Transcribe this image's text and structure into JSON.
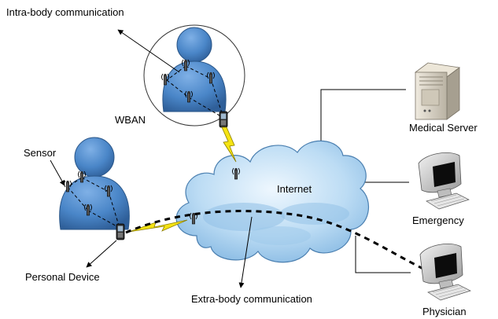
{
  "labels": {
    "intra_body": "Intra-body communication",
    "wban": "WBAN",
    "sensor": "Sensor",
    "personal_device": "Personal Device",
    "internet": "Internet",
    "extra_body": "Extra-body communication",
    "medical_server": "Medical Server",
    "emergency": "Emergency",
    "physician": "Physician"
  },
  "colors": {
    "person_fill": "#4a86c8",
    "person_dark": "#2f5f99",
    "cloud_light": "#d9ecfa",
    "cloud_mid": "#a9d0ef",
    "cloud_dark": "#5f9fd6",
    "lightning": "#f5e313",
    "server": "#d8d2c4",
    "monitor": "#c9c9c9",
    "screen": "#0c0c0c"
  },
  "icons": {
    "sensor": "antenna-icon",
    "device": "mobile-device-icon",
    "server": "server-icon",
    "computer": "desktop-computer-icon"
  }
}
